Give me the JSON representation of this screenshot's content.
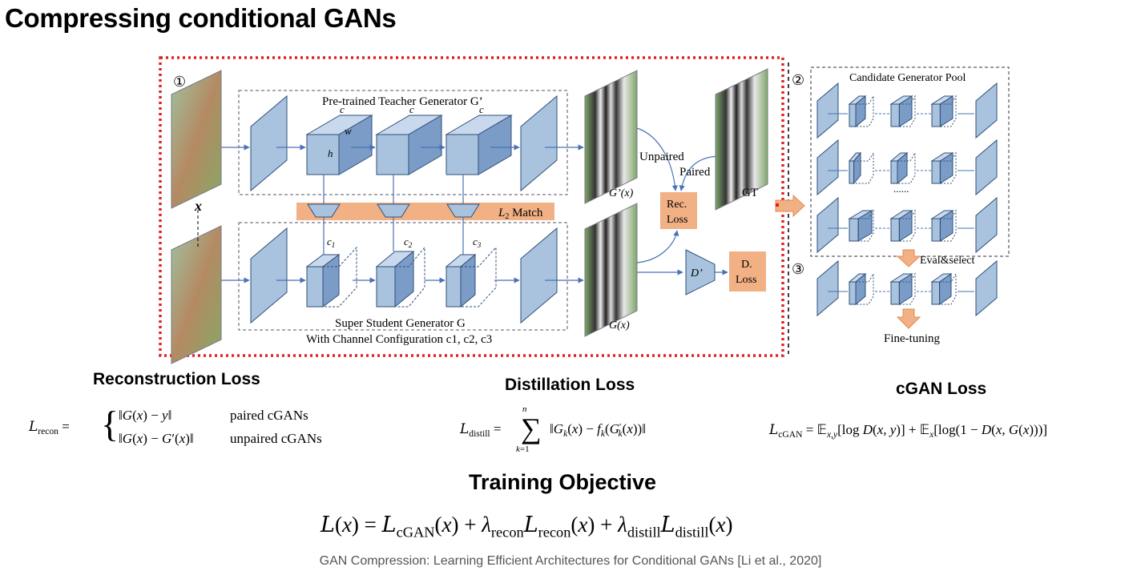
{
  "title": "Compressing conditional GANs",
  "diagram": {
    "step1": "①",
    "step2": "②",
    "step3": "③",
    "teacher_label": "Pre-trained Teacher Generator G’",
    "student_label": "Super Student Generator G",
    "channel_config": "With Channel Configuration c1, c2, c3",
    "x_label": "x",
    "c_label": "c",
    "w_label": "w",
    "h_label": "h",
    "c1": "c1",
    "c2": "c2",
    "c3": "c3",
    "l2_match": "L2 Match",
    "teacher_output": "G’(x)",
    "student_output": "G(x)",
    "unpaired": "Unpaired",
    "paired": "Paired",
    "gt": "GT",
    "rec_loss_1": "Rec.",
    "rec_loss_2": "Loss",
    "discriminator": "D’",
    "d_loss_1": "D.",
    "d_loss_2": "Loss",
    "pool_title": "Candidate Generator Pool",
    "dots": "......",
    "eval_select": "Eval&select",
    "fine_tuning": "Fine-tuning"
  },
  "sections": {
    "reconstruction": "Reconstruction Loss",
    "distillation": "Distillation Loss",
    "cgan": "cGAN Loss",
    "training": "Training Objective"
  },
  "equations": {
    "recon_paired_note": "paired cGANs",
    "recon_unpaired_note": "unpaired cGANs"
  },
  "footer": "GAN Compression: Learning Efficient Architectures for Conditional GANs [Li et al., 2020]"
}
